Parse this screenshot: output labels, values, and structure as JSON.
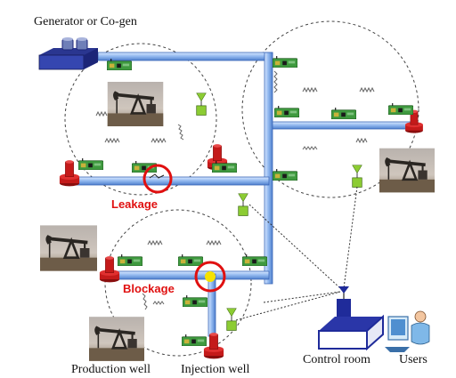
{
  "labels": {
    "generator": "Generator or Co-gen",
    "leakage": "Leakage",
    "blockage": "Blockage",
    "production_well": "Production well",
    "injection_well": "Injection well",
    "control_room": "Control room",
    "users": "Users"
  },
  "colors": {
    "pipe": "#9cc0ef",
    "pipe_edge": "#3a66b8",
    "well_red": "#c41a1a",
    "fault_ring": "#e01010",
    "sensor_green": "#3f9a3f",
    "gateway_green": "#8ccc33",
    "building_blue": "#1f2b9a",
    "coverage_dash": "#444444"
  },
  "icons": [
    "generator-icon",
    "sensor-node-icon",
    "wireless-link-icon",
    "antenna-icon",
    "wellhead-icon",
    "pumpjack-photo-icon",
    "fault-ring-icon",
    "control-room-icon",
    "user-icon"
  ]
}
